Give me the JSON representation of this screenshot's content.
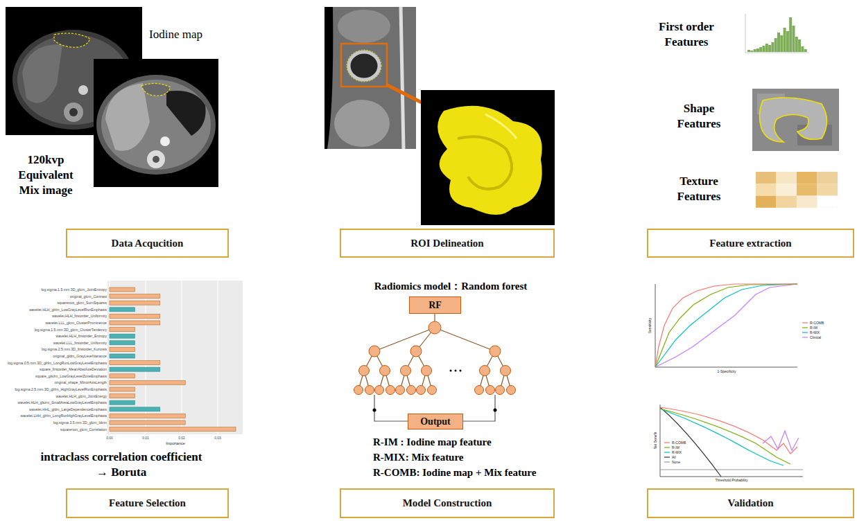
{
  "diagram": {
    "nodes": [
      {
        "text": [
          "Data Acqucition"
        ]
      },
      {
        "text": [
          "ROI Delineation"
        ]
      },
      {
        "text": [
          "Feature extraction"
        ]
      },
      {
        "text": [
          "Feature Selection"
        ]
      },
      {
        "text": [
          "RF"
        ]
      },
      {
        "text": [
          "Output"
        ]
      },
      {
        "text": [
          "Model Construction"
        ]
      },
      {
        "text": [
          "Validation"
        ]
      }
    ],
    "labels": [
      "Iodine map",
      "120kvp Equivalent Mix image",
      "First order Features",
      "Shape Features",
      "Texture Features",
      "log.sigma.1.5.mm.3D_glcm_JointEntropy",
      "original_glcm_Contrast",
      "squareroot_glcm_SumSquares",
      "wavelet.HLH_glrlm_LowGrayLevelRunEmphasis",
      "wavelet.HLH_firstorder_Uniformity",
      "wavelet.LLL_glcm_ClusterProminence",
      "log.sigma.1.5.mm.3D_glcm_ClusterTendency",
      "wavelet.HLH_firstorder_Entropy",
      "wavelet.LLL_firstorder_Uniformity",
      "log.sigma.2.5.mm.3D_firstorder_Kurtosis",
      "original_gldm_GrayLevelVariance",
      "log.sigma.0.5.mm.3D_glrlm_LongRunLowGrayLevelEmphasis",
      "square_firstorder_MeanAbsoluteDeviation",
      "square_glszm_LowGrayLevelZoneEmphasis",
      "original_shape_MinorAxisLength",
      "log.sigma.2.5.mm.3D_glrlm_HighGrayLevelRunEmphasis",
      "wavelet.HLH_glcm_JointEnergy",
      "wavelet.HLH_glszm_SmallAreaLowGrayLevelEmphasis",
      "wavelet.HHL_gldm_LargeDependenceEmphasis",
      "wavelet.LHH_glrlm_LongRunHighGrayLevelEmphasis",
      "log.sigma.3.5.mm.3D_glcm_Idmn",
      "squareroot_glcm_Correlation",
      "0.00",
      "0.01",
      "0.02",
      "0.03",
      "Importance",
      "intraclass correlation coefficient",
      "→ Boruta",
      "Radiomics model：Random forest",
      "R-IM : Iodine map feature",
      "R-MIX: Mix feature",
      "R-COMB: Iodine map + Mix feature",
      "Sensitivity",
      "1-Specificity",
      "Net Benefit",
      "Threshold Probability"
    ],
    "legend": [
      {
        "text": "R-COMB"
      },
      {
        "text": "R-IM"
      },
      {
        "text": "R-MIX"
      },
      {
        "text": "Clinical"
      },
      {
        "text": "R-COMB"
      },
      {
        "text": "R-IM"
      },
      {
        "text": "R-MIX"
      },
      {
        "text": "All"
      },
      {
        "text": "None"
      }
    ]
  }
}
